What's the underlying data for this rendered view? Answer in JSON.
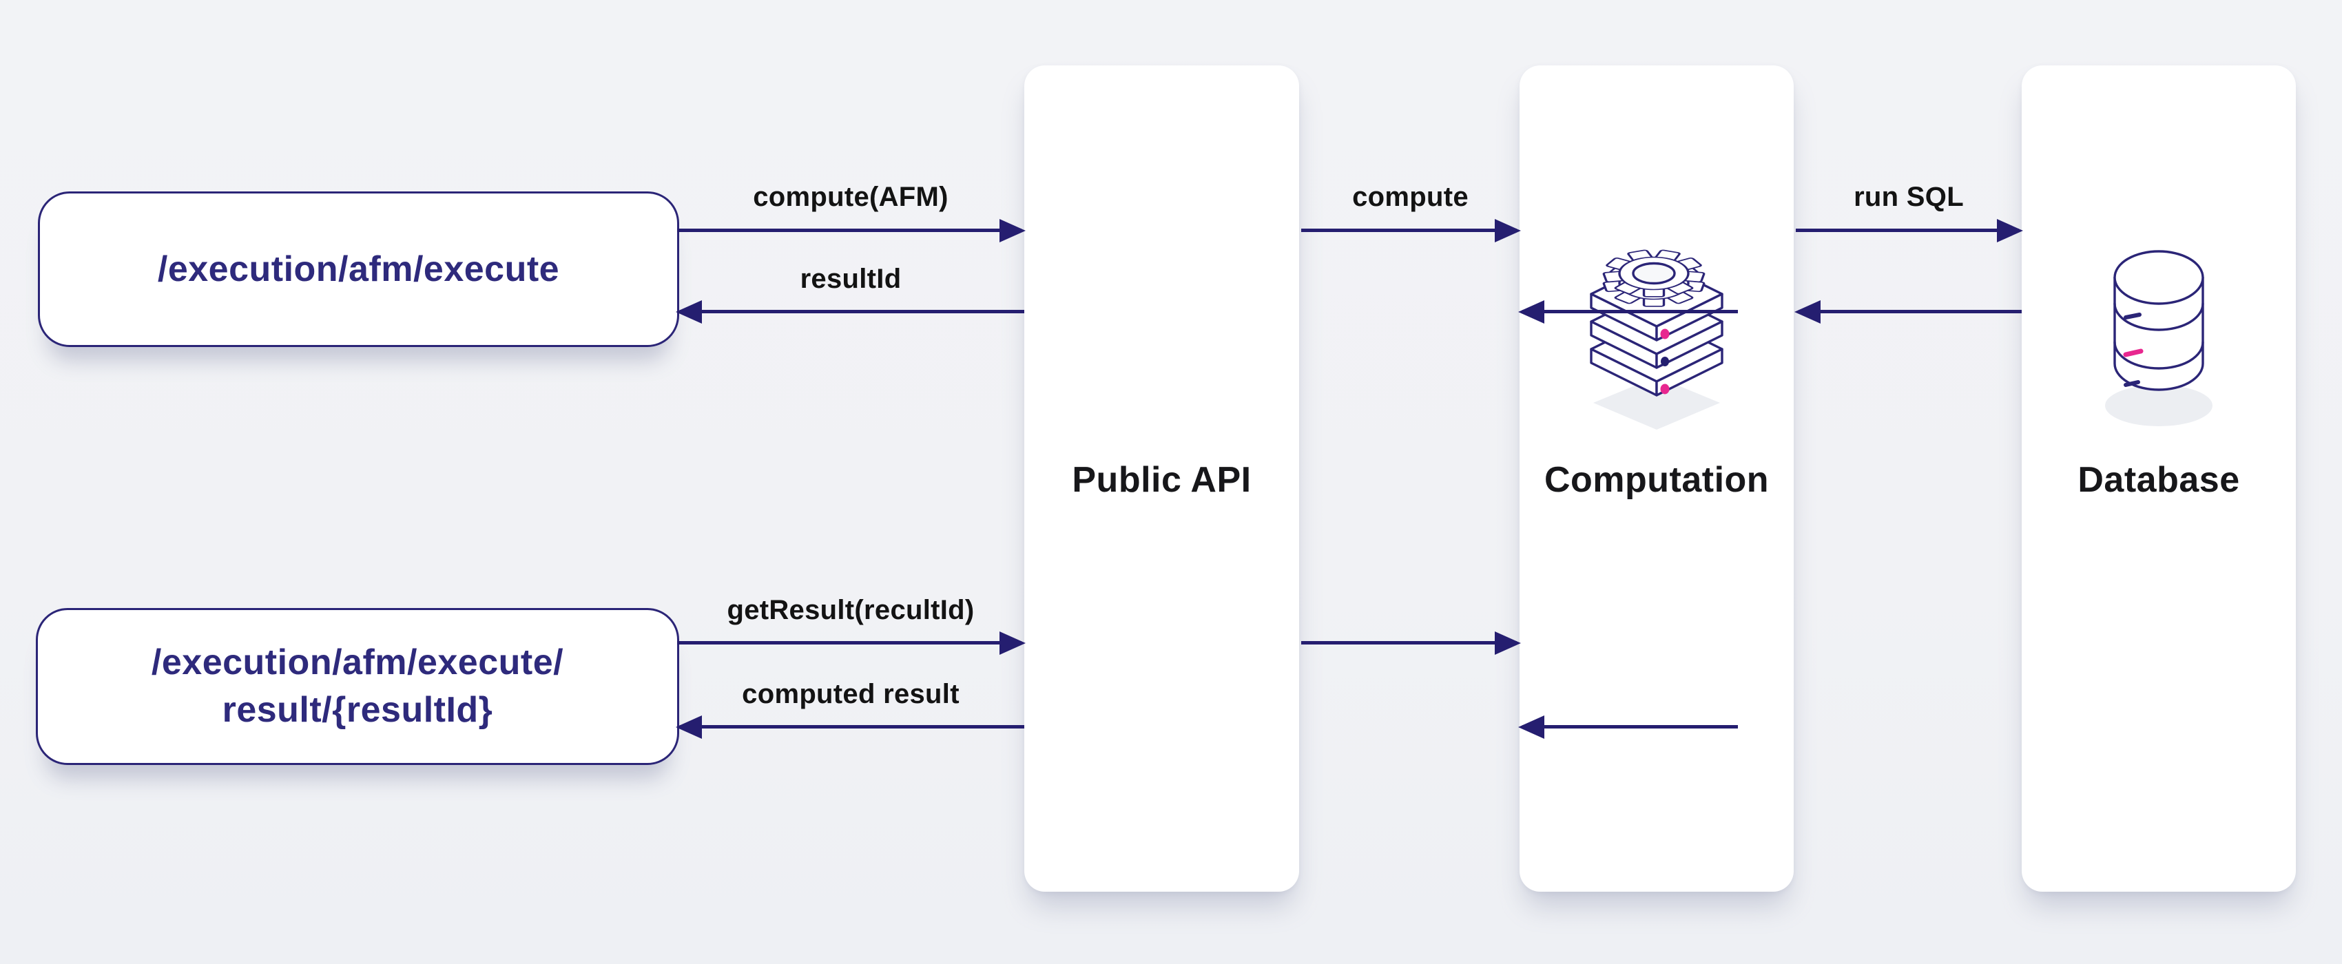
{
  "colors": {
    "background": "#f1f2f5",
    "arrow_navy": "#251e70",
    "box_border_navy": "#2b2577",
    "endpoint_text_navy": "#2e2a7c",
    "label_black": "#131313",
    "panel_white": "#ffffff",
    "accent_pink": "#e8278f"
  },
  "endpoints": {
    "execute": {
      "line1": "/execution/afm/execute"
    },
    "result": {
      "line1": "/execution/afm/execute/",
      "line2": "result/{resultId}"
    }
  },
  "panels": {
    "public_api": {
      "title": "Public API"
    },
    "computation": {
      "title": "Computation",
      "icon": "computation-stack-icon"
    },
    "database": {
      "title": "Database",
      "icon": "database-cylinder-icon"
    }
  },
  "arrow_labels": {
    "compute_afm": "compute(AFM)",
    "result_id": "resultId",
    "compute": "compute",
    "run_sql": "run SQL",
    "get_result": "getResult(recultId)",
    "computed_result": "computed result"
  },
  "flows": {
    "top": [
      {
        "from": "execute",
        "to": "public_api",
        "label": "compute(AFM)",
        "direction": "right"
      },
      {
        "from": "public_api",
        "to": "execute",
        "label": "resultId",
        "direction": "left"
      },
      {
        "from": "public_api",
        "to": "computation",
        "label": "compute",
        "direction": "right"
      },
      {
        "from": "computation",
        "to": "public_api",
        "label": "",
        "direction": "left"
      },
      {
        "from": "computation",
        "to": "database",
        "label": "run SQL",
        "direction": "right"
      },
      {
        "from": "database",
        "to": "computation",
        "label": "",
        "direction": "left"
      }
    ],
    "bottom": [
      {
        "from": "result",
        "to": "public_api",
        "label": "getResult(recultId)",
        "direction": "right"
      },
      {
        "from": "public_api",
        "to": "result",
        "label": "computed result",
        "direction": "left"
      },
      {
        "from": "public_api",
        "to": "computation",
        "label": "",
        "direction": "right"
      },
      {
        "from": "computation",
        "to": "public_api",
        "label": "",
        "direction": "left"
      }
    ]
  }
}
